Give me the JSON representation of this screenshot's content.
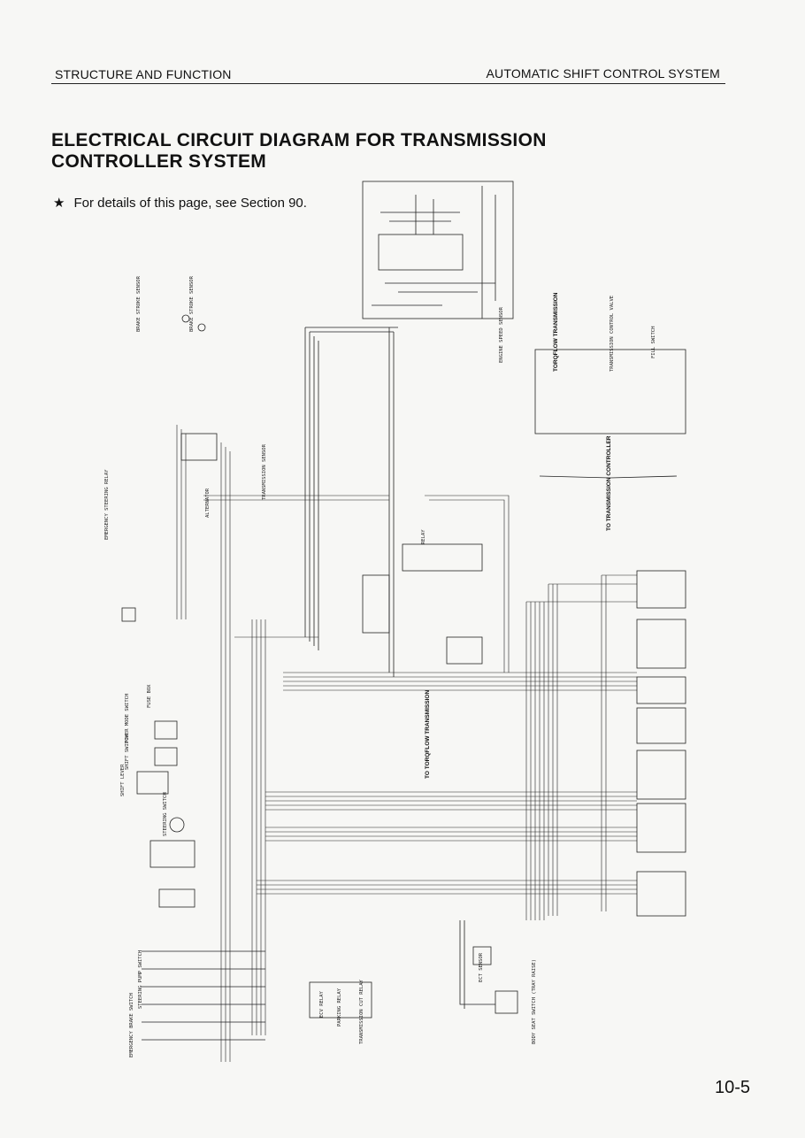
{
  "header": {
    "left": "STRUCTURE AND FUNCTION",
    "right": "AUTOMATIC SHIFT CONTROL SYSTEM"
  },
  "title": "ELECTRICAL CIRCUIT DIAGRAM FOR TRANSMISSION CONTROLLER SYSTEM",
  "note": {
    "symbol": "★",
    "text": "For details of this page, see Section 90."
  },
  "page_number": "10-5",
  "diagram": {
    "labels": {
      "brake_stroke_1": "BRAKE STROKE SENSOR",
      "brake_stroke_2": "BRAKE STROKE SENSOR",
      "torqflow": "TORQFLOW TRANSMISSION",
      "trans_valve": "TRANSMISSION CONTROL VALVE",
      "fill_switch": "FILL SWITCH",
      "to_controller": "TO TRANSMISSION CONTROLLER",
      "alternator": "ALTERNATOR",
      "emergency_steering": "EMERGENCY STEERING RELAY",
      "fuse_box": "FUSE BOX",
      "power_mode": "POWER MODE SWITCH",
      "shift_switch": "SHIFT SWITCH",
      "shift_lever": "SHIFT LEVER",
      "steering_switch": "STEERING SWITCH",
      "engine_speed": "ENGINE SPEED SENSOR",
      "relays": "RELAY",
      "to_torqflow": "TO TORQFLOW TRANSMISSION",
      "ecv_relay": "ECV RELAY",
      "parking_relay": "PARKING RELAY",
      "trans_cut_relay": "TRANSMISSION CUT RELAY",
      "ect_sensor": "ECT SENSOR",
      "body_seat": "BODY SEAT SWITCH (TRAY RAISE)",
      "emergency_brake": "EMERGENCY BRAKE SWITCH",
      "steering_pump": "STEERING PUMP SWITCH",
      "trans_sensor": "TRANSMISSION SENSOR"
    }
  }
}
